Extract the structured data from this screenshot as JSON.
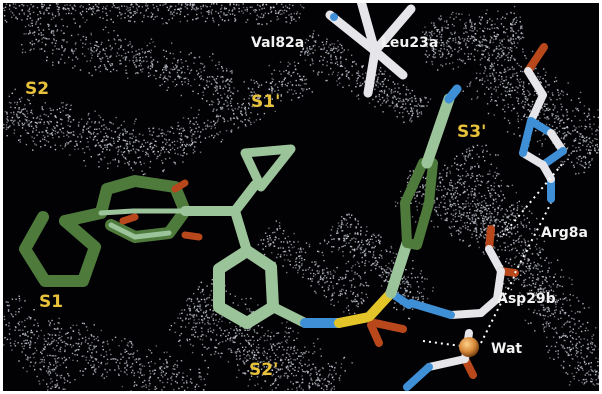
{
  "labels": {
    "site_s1": "S1",
    "site_s2": "S2",
    "site_s1_prime": "S1'",
    "site_s2_prime": "S2'",
    "site_s3_prime": "S3'",
    "residue_val82a": "Val82a",
    "residue_leu23a": "Leu23a",
    "residue_arg8a": "Arg8a",
    "residue_asp29b": "Asp29b",
    "water": "Wat"
  },
  "colors": {
    "background": "#020204",
    "site_label": "#e8c23a",
    "residue_label": "#f2f2f2",
    "ligand_carbon_dark": "#4e7a3c",
    "ligand_carbon_light": "#9cc49a",
    "nitrogen": "#3f8fd6",
    "oxygen": "#b8481c",
    "sulfur": "#e3c52a",
    "protein_carbon": "#e6e6ea",
    "water": "#d6893a",
    "surface_dots": "#c9ccd8"
  }
}
